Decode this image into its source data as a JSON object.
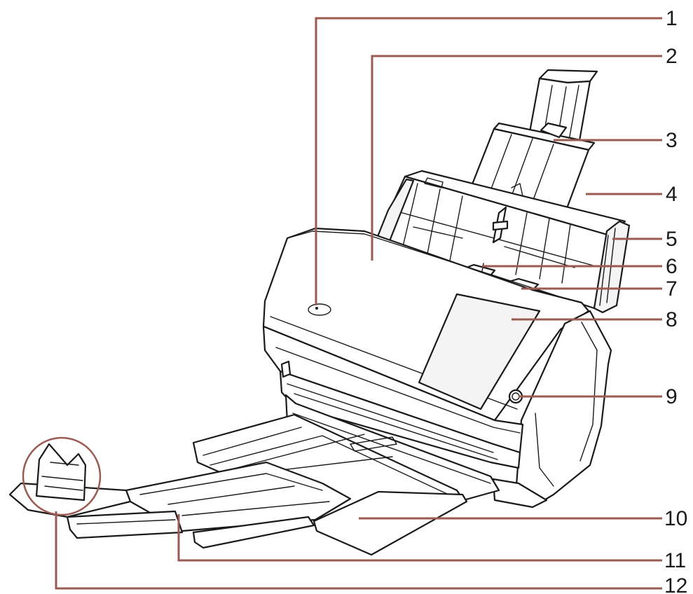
{
  "callouts": [
    {
      "label": "1"
    },
    {
      "label": "2"
    },
    {
      "label": "3"
    },
    {
      "label": "4"
    },
    {
      "label": "5"
    },
    {
      "label": "6"
    },
    {
      "label": "7"
    },
    {
      "label": "8"
    },
    {
      "label": "9"
    },
    {
      "label": "10"
    },
    {
      "label": "11"
    },
    {
      "label": "12"
    }
  ],
  "colors": {
    "leader_line": "#9b5a52",
    "outline": "#1a1a1a",
    "background": "#ffffff"
  }
}
